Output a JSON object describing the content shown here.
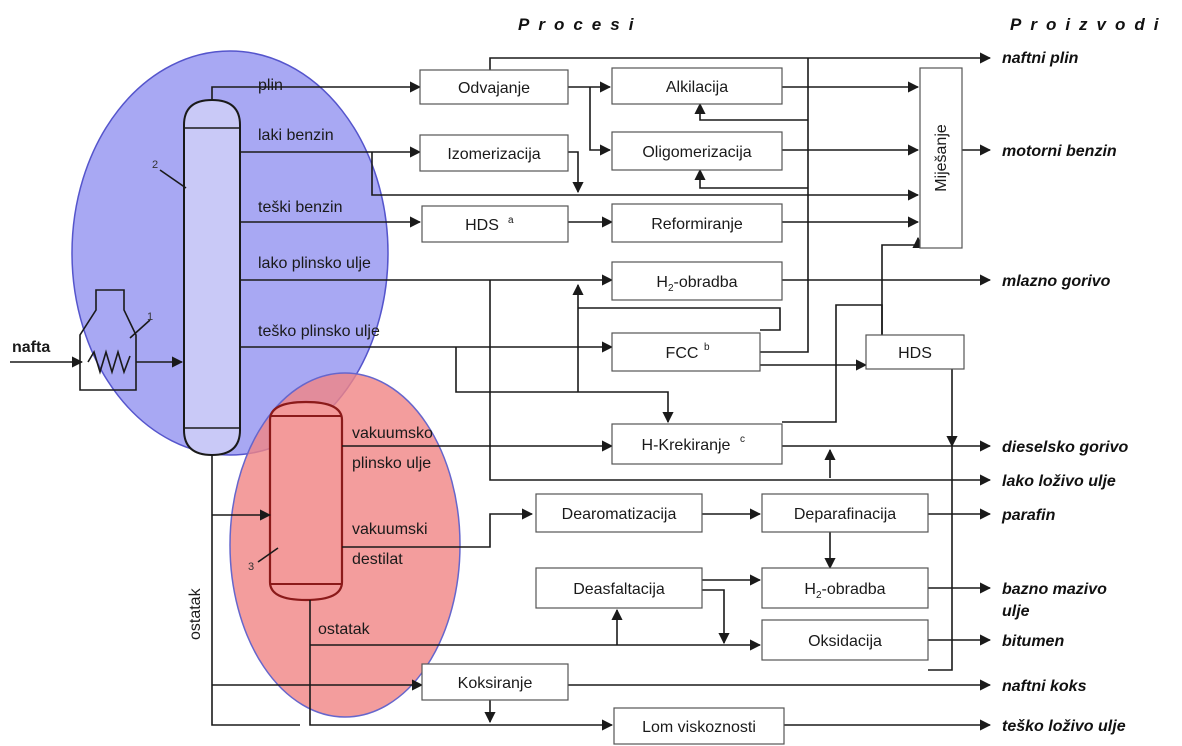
{
  "headers": {
    "processes": "Procesi",
    "products": "Proizvodi"
  },
  "feed": "nafta",
  "unit_numbers": {
    "furnace": "1",
    "atm_column": "2",
    "vac_column": "3"
  },
  "streams": {
    "gas": "plin",
    "light_naphtha": "laki benzin",
    "heavy_naphtha": "teški benzin",
    "light_gas_oil": "lako plinsko ulje",
    "heavy_gas_oil": "teško plinsko ulje",
    "vacuum_gas_oil_1": "vakuumsko",
    "vacuum_gas_oil_2": "plinsko ulje",
    "vacuum_distillate_1": "vakuumski",
    "vacuum_distillate_2": "destilat",
    "vacuum_residue": "ostatak",
    "atm_residue": "ostatak"
  },
  "processes": {
    "separation": "Odvajanje",
    "alkylation": "Alkilacija",
    "isomerization": "Izomerizacija",
    "oligomerization": "Oligomerizacija",
    "hds_naphtha": "HDS",
    "hds_naphtha_sup": "a",
    "reforming": "Reformiranje",
    "h2_treat_1_pre": "H",
    "h2_treat_1_sub": "2",
    "h2_treat_1_post": "-obradba",
    "fcc": "FCC",
    "fcc_sup": "b",
    "hds_distillate": "HDS",
    "hydrocracking": "H-Krekiranje",
    "hydrocracking_sup": "c",
    "blending": "Miješanje",
    "dearomatization": "Dearomatizacija",
    "dewaxing": "Deparafinacija",
    "deasphalting": "Deasfaltacija",
    "h2_treat_2_pre": "H",
    "h2_treat_2_sub": "2",
    "h2_treat_2_post": "-obradba",
    "oxidation": "Oksidacija",
    "coking": "Koksiranje",
    "visbreaking": "Lom viskoznosti"
  },
  "products": {
    "lpg": "naftni plin",
    "gasoline": "motorni benzin",
    "jet_fuel": "mlazno gorivo",
    "diesel": "dieselsko gorivo",
    "light_fuel_oil": "lako loživo ulje",
    "paraffin": "parafin",
    "base_oil_1": "bazno mazivo",
    "base_oil_2": "ulje",
    "bitumen": "bitumen",
    "coke": "naftni koks",
    "heavy_fuel_oil": "teško loživo ulje"
  },
  "colors": {
    "atmospheric_zone": "#8b8bef",
    "vacuum_zone": "#f08585",
    "line": "#1a1a1a"
  }
}
